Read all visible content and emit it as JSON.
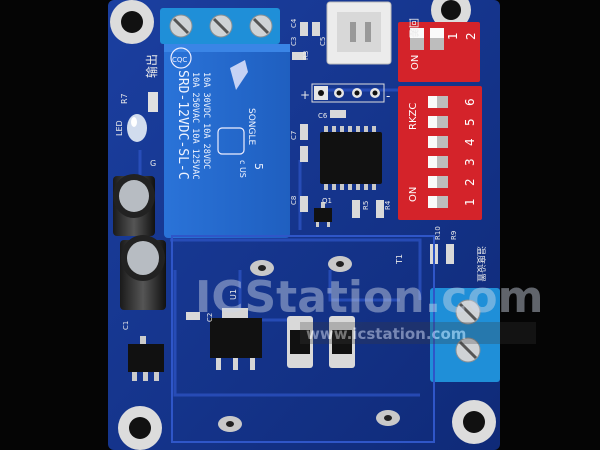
{
  "photo": {
    "relay": {
      "line1": "SRD-12VDC-SL-C",
      "line2": "10A 250VAC  10A 125VAC",
      "line3": "10A 30VDC   10A 28VDC",
      "brand": "SONGLE",
      "cqc": "CQC",
      "pins": "5",
      "cert": "c  US"
    },
    "silkscreen": {
      "output_cn": "输出",
      "led": "LED",
      "r7": "R7",
      "g": "G",
      "c3": "C3",
      "c4": "C4",
      "c5": "C5",
      "c6": "C6",
      "c7": "C7",
      "c8": "C8",
      "r3": "R3",
      "r4": "R4",
      "r5": "R5",
      "r9": "R9",
      "r10": "R10",
      "q1": "Q1",
      "u1": "U1",
      "c1": "C1",
      "c2": "C2",
      "t1": "T1",
      "plus": "+",
      "minus": "-",
      "temp_set_cn": "温度设置",
      "rkzc": "RKZC",
      "adjust_cn": "回差"
    },
    "dip_small": {
      "on": "ON",
      "labels": [
        "1",
        "2"
      ]
    },
    "dip_large": {
      "on": "ON",
      "labels": [
        "1",
        "2",
        "3",
        "4",
        "5",
        "6"
      ]
    },
    "watermark": {
      "brand": "ICStation.com",
      "url": "www.icstation.com"
    }
  }
}
